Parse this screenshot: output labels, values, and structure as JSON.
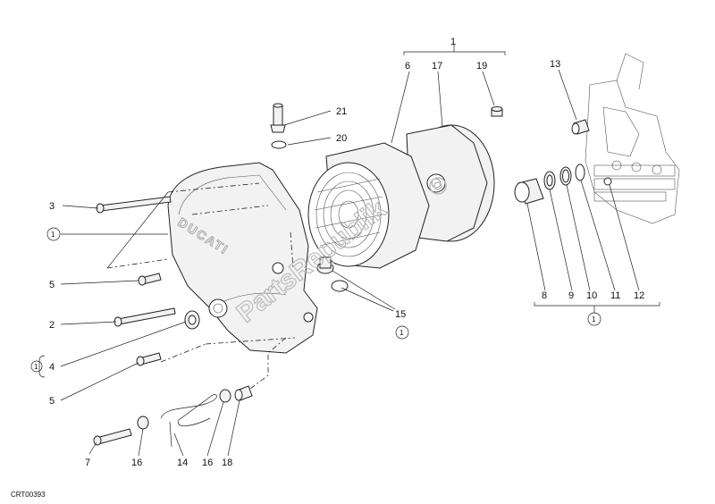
{
  "diagram": {
    "watermark": "PartsRepublik",
    "cover_brand": "DUCATI",
    "drawing_code": "CRT00393",
    "callouts": {
      "c1": "1",
      "c2": "2",
      "c3": "3",
      "c4": "4",
      "c5a": "5",
      "c5b": "5",
      "c6": "6",
      "c7": "7",
      "c8": "8",
      "c9": "9",
      "c10": "10",
      "c11": "11",
      "c12": "12",
      "c13": "13",
      "c14": "14",
      "c15": "15",
      "c16a": "16",
      "c16b": "16",
      "c17": "17",
      "c18": "18",
      "c19": "19",
      "c20": "20",
      "c21": "21"
    },
    "circled_ref": "1"
  }
}
